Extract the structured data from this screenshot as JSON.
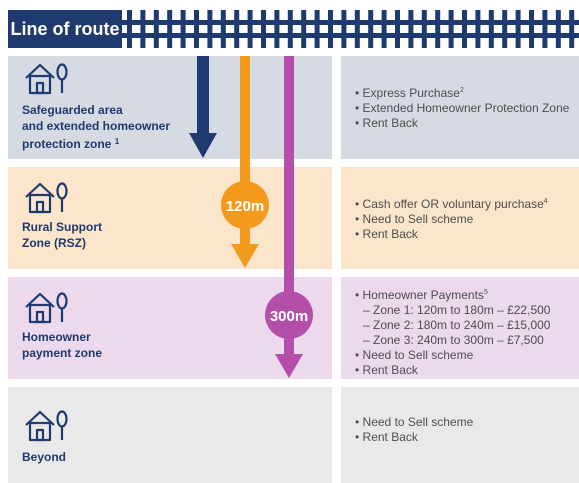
{
  "header": {
    "title": "Line of route"
  },
  "colors": {
    "navy": "#1e3a6e",
    "orange": "#f39a1c",
    "magenta": "#b34fa8",
    "safeguarded_bg": "#d5dae3",
    "rsz_bg": "#fbe6cc",
    "homeowner_bg": "#ecd9ec",
    "beyond_bg": "#e9e9e9"
  },
  "icons": [
    "house-tree-icon",
    "rail-track-icon",
    "arrow-down-icon"
  ],
  "arrows": {
    "orange_label": "120m",
    "magenta_label": "300m"
  },
  "zones": {
    "safeguarded": {
      "line1": "Safeguarded area",
      "line2": "and extended homeowner",
      "line3": "protection zone",
      "footnote": "1",
      "items": [
        {
          "text": "Express Purchase",
          "sup": "2"
        },
        {
          "text": "Extended Homeowner Protection Zone"
        },
        {
          "text": "Rent Back"
        }
      ]
    },
    "rsz": {
      "line1": "Rural Support",
      "line2": "Zone (RSZ)",
      "items": [
        {
          "text": "Cash offer OR voluntary purchase",
          "sup": "4"
        },
        {
          "text": "Need to Sell scheme"
        },
        {
          "text": "Rent Back"
        }
      ]
    },
    "homeowner": {
      "line1": "Homeowner",
      "line2": "payment zone",
      "payments": {
        "text": "Homeowner Payments",
        "sup": "5"
      },
      "subitems": [
        "– Zone 1: 120m to 180m – £22,500",
        "– Zone 2: 180m to 240m – £15,000",
        "– Zone 3: 240m to 300m – £7,500"
      ],
      "items": [
        {
          "text": "Need to Sell scheme"
        },
        {
          "text": "Rent Back"
        }
      ]
    },
    "beyond": {
      "line1": "Beyond",
      "items": [
        {
          "text": "Need to Sell scheme"
        },
        {
          "text": "Rent Back"
        }
      ]
    }
  }
}
